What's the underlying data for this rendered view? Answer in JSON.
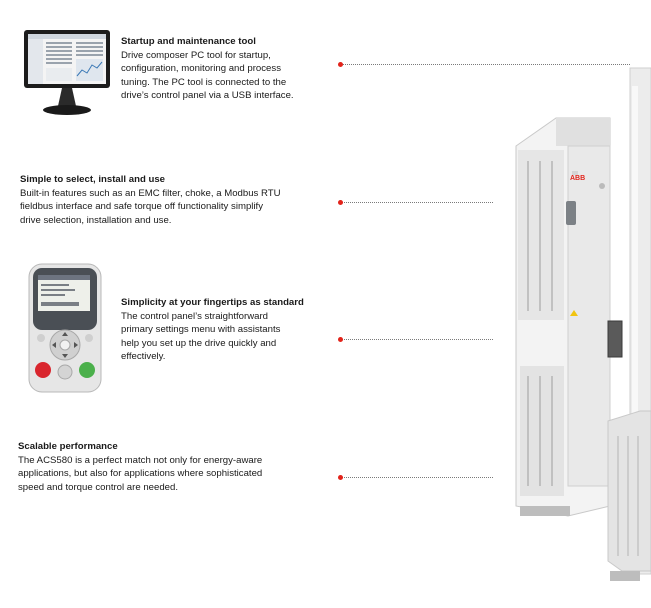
{
  "features": [
    {
      "title": "Startup and maintenance tool",
      "lines": [
        "Drive composer PC tool for startup,",
        "configuration, monitoring and process",
        "tuning. The PC tool is connected to the",
        "drive’s control panel via a USB interface."
      ]
    },
    {
      "title": "Simple to select, install and use",
      "lines": [
        "Built-in features such as an EMC filter, choke, a Modbus RTU",
        "fieldbus interface and safe torque off functionality simplify",
        "drive selection, installation and use."
      ]
    },
    {
      "title": "Simplicity at your fingertips as standard",
      "lines": [
        "The control panel’s straightforward",
        "primary settings menu with assistants",
        "help you set up the  drive quickly and",
        "effectively."
      ]
    },
    {
      "title": "Scalable performance",
      "lines": [
        "The ACS580 is a perfect match not only for energy-aware",
        "applications, but also for applications where sophisticated",
        "speed and torque control are needed."
      ]
    }
  ],
  "product": {
    "brand_logo": "ABB"
  },
  "colors": {
    "accent": "#e2231a",
    "text": "#1a1a1a",
    "leader": "#7a7a7a"
  }
}
